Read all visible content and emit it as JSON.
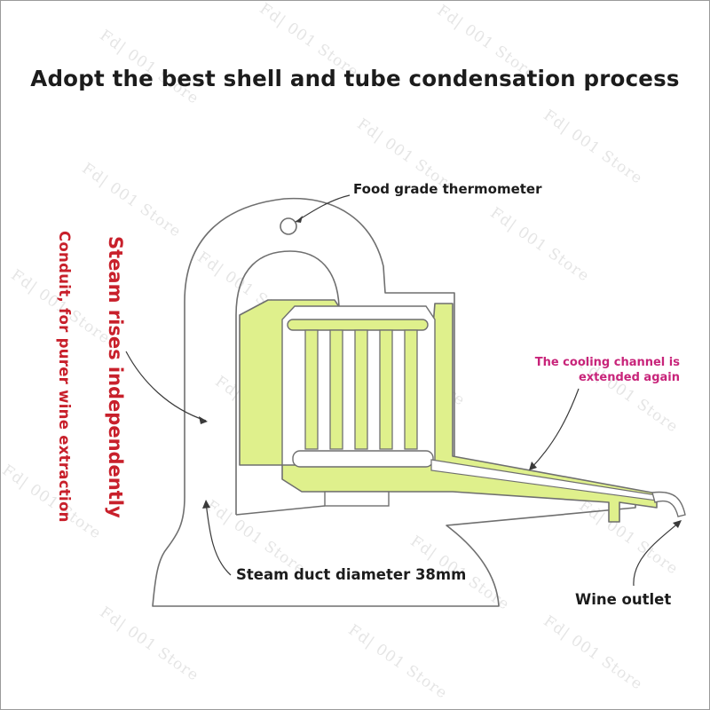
{
  "title": "Adopt the best shell and tube condensation process",
  "labels": {
    "thermometer": "Food grade thermometer",
    "cooling_line1": "The cooling channel is",
    "cooling_line2": "extended again",
    "steam_rises": "Steam rises independently",
    "conduit": "Conduit, for purer wine extraction",
    "steam_duct": "Steam duct diameter 38mm",
    "wine_outlet": "Wine outlet"
  },
  "watermark": "Fd| 001 Store",
  "colors": {
    "condenser_fill": "#dff08c",
    "outline": "#6f6f6f",
    "red_text": "#c8202b",
    "magenta_text": "#c8247a",
    "text": "#1c1c1c"
  }
}
